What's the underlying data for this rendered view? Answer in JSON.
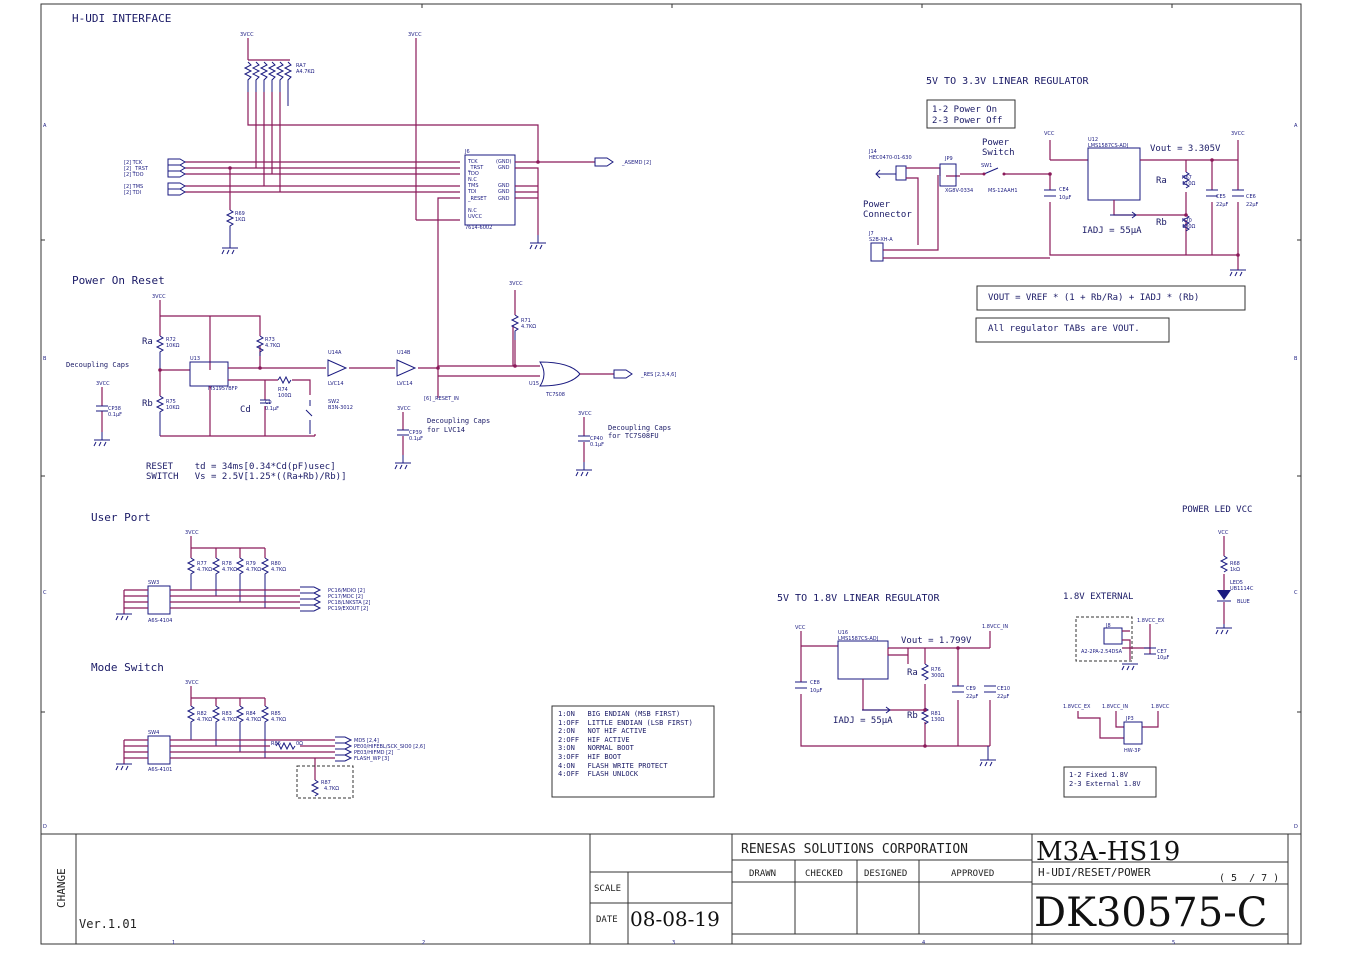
{
  "sections": {
    "hudi": "H-UDI INTERFACE",
    "reset": "Power On Reset",
    "user_port": "User Port",
    "mode_switch": "Mode Switch",
    "reg33": "5V TO 3.3V LINEAR REGULATOR",
    "reg18": "5V TO 1.8V LINEAR REGULATOR",
    "ext18": "1.8V EXTERNAL",
    "power_led": "POWER LED VCC"
  },
  "hudi": {
    "vcc1": "3VCC",
    "vcc2": "3VCC",
    "ra7": "RA7",
    "ra7_val": "A4.7KΩ",
    "sig_tck": "[2]  TCK",
    "sig_trst": "[2]  _TRST",
    "sig_tdo": "[2]  TDO",
    "sig_tms": "[2]  TMS",
    "sig_tdi": "[2]  TDI",
    "j6": "J6",
    "j6_part": "7614-6002",
    "j6_pins_left": [
      "TCK",
      "_TRST",
      "TDO",
      "N.C",
      "TMS",
      "TDI",
      "_RESET",
      "N.C",
      "UVCC"
    ],
    "j6_pins_right": [
      "(GND)",
      "GND",
      "GND",
      "GND",
      "GND"
    ],
    "r69": "R69",
    "r69_val": "1KΩ",
    "asemd": "_ASEMD  [2]"
  },
  "reset": {
    "vcc": "3VCC",
    "ra": "Ra",
    "rb": "Rb",
    "r72": "R72",
    "r72_val": "10KΩ",
    "r75": "R75",
    "r75_val": "10KΩ",
    "u13": "U13",
    "u13_part": "M51957BFP",
    "r73": "R73",
    "r73_val": "4.7KΩ",
    "r74": "R74",
    "r74_val": "100Ω",
    "c9": "C9",
    "c9_val": "0.1µF",
    "cd": "Cd",
    "sw2": "SW2",
    "sw2_part": "B3N-3012",
    "u14a": "U14A",
    "u14a_part": "LVC14",
    "u14b": "U14B",
    "u14b_part": "LVC14",
    "r71_vcc": "3VCC",
    "r71": "R71",
    "r71_val": "4.7KΩ",
    "u15": "U15",
    "u15_part": "TC7S08",
    "res_out": "_RES  [2,3,4,6]",
    "reset_in": "[6]  _RESET_IN",
    "decap": "Decoupling Caps",
    "cp38_vcc": "3VCC",
    "cp38": "CP38",
    "cp38_val": "0.1µF",
    "cp39_vcc": "3VCC",
    "cp39": "CP39",
    "cp39_val": "0.1µF",
    "decap_lvc14": [
      "Decoupling Caps",
      "for LVC14"
    ],
    "cp40_vcc": "3VCC",
    "cp40": "CP40",
    "cp40_val": "0.1µF",
    "decap_tc": [
      "Decoupling Caps",
      "for TC7S08FU"
    ],
    "formula": [
      "RESET    td = 34ms[0.34*Cd(pF)usec]",
      "SWITCH   Vs = 2.5V[1.25*((Ra+Rb)/Rb)]"
    ]
  },
  "user_port": {
    "vcc": "3VCC",
    "resistors": [
      "R77",
      "R78",
      "R79",
      "R80"
    ],
    "res_val": "4.7KΩ",
    "sw3": "SW3",
    "sw3_part": "A6S-4104",
    "signals": [
      "PC16/MDIO  [2]",
      "PC17/MDC  [2]",
      "PC18/LNKSTA  [2]",
      "PC19/EXOUT  [2]"
    ]
  },
  "mode_switch": {
    "vcc": "3VCC",
    "resistors": [
      "R82",
      "R83",
      "R84",
      "R85"
    ],
    "res_val": "4.7KΩ",
    "sw4": "SW4",
    "sw4_part": "A6S-4101",
    "r86": "R86",
    "r86_val": "0Ω",
    "r87": "R87",
    "r87_val": "4.7KΩ",
    "signals": [
      "MD5  [2,4]",
      "PE00/HIFEBL/SCK_SIO0  [2,6]",
      "PE03/HIFMD  [2]",
      "FLASH_WP  [3]"
    ],
    "table": [
      "1:ON   BIG ENDIAN (MSB FIRST)",
      "1:OFF  LITTLE ENDIAN (LSB FIRST)",
      "2:ON   NOT HIF ACTIVE",
      "2:OFF  HIF ACTIVE",
      "3:ON   NORMAL BOOT",
      "3:OFF  HIF BOOT",
      "4:ON   FLASH WRITE PROTECT",
      "4:OFF  FLASH UNLOCK"
    ]
  },
  "reg33": {
    "note": [
      "1-2 Power On",
      "2-3 Power Off"
    ],
    "j14": "J14",
    "j14_part": "HEC0470-01-630",
    "jp9": "JP9",
    "jp9_part": "XG8V-0334",
    "power_switch": [
      "Power",
      "Switch"
    ],
    "sw1": "SW1",
    "sw1_part": "MS-12AAH1",
    "power_conn": [
      "Power",
      "Connector"
    ],
    "j7": "J7",
    "j7_part": "S2B-XH-A",
    "vcc": "VCC",
    "vcc_out": "3VCC",
    "ce4": "CE4",
    "ce4_val": "10µF",
    "u12": "U12",
    "u12_part": "LMS1587CS-ADJ",
    "vout": "Vout = 3.305V",
    "ra": "Ra",
    "r67": "R67",
    "r67_val": "110Ω",
    "rb": "Rb",
    "r70": "R70",
    "r70_val": "180Ω",
    "iadj": "IADJ = 55µA",
    "ce5": "CE5",
    "ce5_val": "22µF",
    "ce6": "CE6",
    "ce6_val": "22µF",
    "formula": "VOUT = VREF * (1 + Rb/Ra) + IADJ * (Rb)",
    "note2": "All regulator TABs are VOUT."
  },
  "reg18": {
    "vcc": "VCC",
    "vcc_out": "1.8VCC_IN",
    "u16": "U16",
    "u16_part": "LMS1587CS-ADJ",
    "vout": "Vout = 1.799V",
    "ce8": "CE8",
    "ce8_val": "10µF",
    "ra": "Ra",
    "r76": "R76",
    "r76_val": "300Ω",
    "rb": "Rb",
    "r81": "R81",
    "r81_val": "130Ω",
    "iadj": "IADJ = 55µA",
    "ce9": "CE9",
    "ce9_val": "22µF",
    "ce10": "CE10",
    "ce10_val": "22µF"
  },
  "ext18": {
    "j8": "J8",
    "j8_part": "A2-2PA-2.54DSA",
    "net_ex": "1.8VCC_EX",
    "ce7": "CE7",
    "ce7_val": "10µF",
    "jp3_ex": "1.8VCC_EX",
    "jp3_in": "1.8VCC_IN",
    "jp3_out": "1.8VCC",
    "jp3": "JP3",
    "jp3_part": "HW-3P",
    "note": [
      "1-2 Fixed 1.8V",
      "2-3 External 1.8V"
    ]
  },
  "led": {
    "vcc": "VCC",
    "r68": "R68",
    "r68_val": "1kΩ",
    "led5": "LED5",
    "led5_part": "UB1114C",
    "color": "BLUE"
  },
  "title_block": {
    "change": "CHANGE",
    "version": "Ver.1.01",
    "company": "RENESAS SOLUTIONS CORPORATION",
    "product": "M3A-HS19",
    "sheet_title": "H-UDI/RESET/POWER",
    "sheet": "( 5  / 7 )",
    "drawn": "DRAWN",
    "checked": "CHECKED",
    "designed": "DESIGNED",
    "approved": "APPROVED",
    "scale": "SCALE",
    "date_label": "DATE",
    "date": "08-08-19",
    "doc_no": "DK30575-C"
  },
  "border": {
    "cols": [
      "1",
      "2",
      "3",
      "4",
      "5"
    ],
    "rows": [
      "A",
      "B",
      "C",
      "D"
    ]
  },
  "colors": {
    "wire": "#8b1a5a",
    "text": "#1a1a66",
    "frame": "#333333"
  }
}
